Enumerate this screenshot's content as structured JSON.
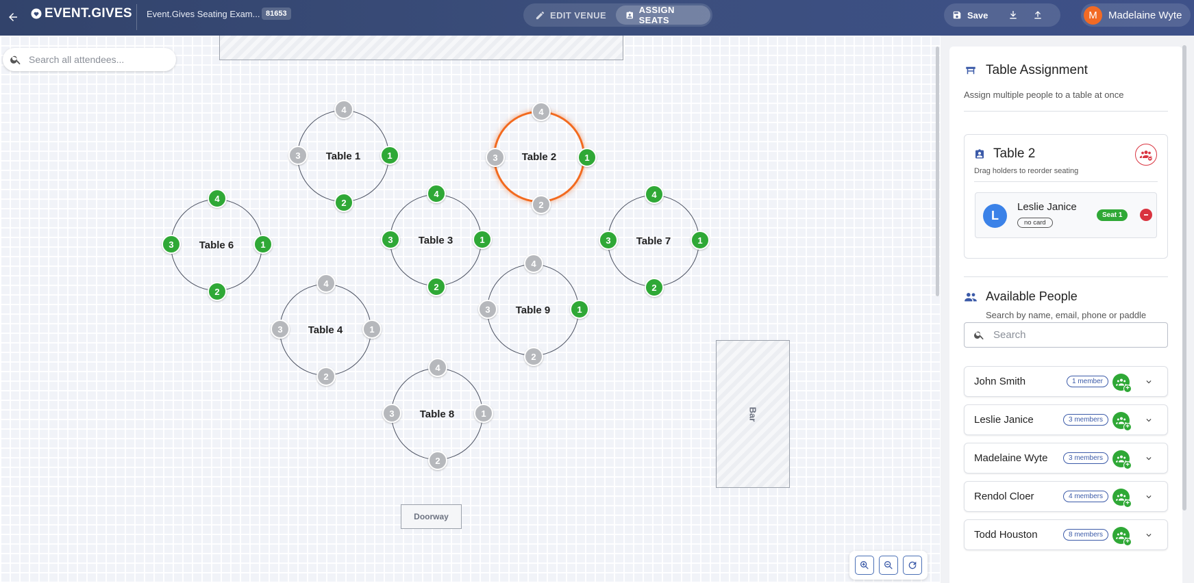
{
  "header": {
    "logo_text": "EVENT.GIVES",
    "event_title": "Event.Gives Seating Exam...",
    "event_id": "81653",
    "modes": {
      "edit_venue": "EDIT VENUE",
      "assign_seats": "ASSIGN SEATS"
    },
    "save_label": "Save",
    "user": {
      "initial": "M",
      "name": "Madelaine Wyte",
      "avatar_color": "#f26a24"
    }
  },
  "canvas": {
    "search_placeholder": "Search all attendees...",
    "bar_label": "Bar",
    "doorway_label": "Doorway",
    "tables": [
      {
        "label": "Table 1",
        "selected": false,
        "seats": [
          {
            "n": "4",
            "taken": false
          },
          {
            "n": "1",
            "taken": true
          },
          {
            "n": "2",
            "taken": true
          },
          {
            "n": "3",
            "taken": false
          }
        ]
      },
      {
        "label": "Table 2",
        "selected": true,
        "seats": [
          {
            "n": "4",
            "taken": false
          },
          {
            "n": "1",
            "taken": true
          },
          {
            "n": "2",
            "taken": false
          },
          {
            "n": "3",
            "taken": false
          }
        ]
      },
      {
        "label": "Table 6",
        "selected": false,
        "seats": [
          {
            "n": "4",
            "taken": true
          },
          {
            "n": "1",
            "taken": true
          },
          {
            "n": "2",
            "taken": true
          },
          {
            "n": "3",
            "taken": true
          }
        ]
      },
      {
        "label": "Table 3",
        "selected": false,
        "seats": [
          {
            "n": "4",
            "taken": true
          },
          {
            "n": "1",
            "taken": true
          },
          {
            "n": "2",
            "taken": true
          },
          {
            "n": "3",
            "taken": true
          }
        ]
      },
      {
        "label": "Table 7",
        "selected": false,
        "seats": [
          {
            "n": "4",
            "taken": true
          },
          {
            "n": "1",
            "taken": true
          },
          {
            "n": "2",
            "taken": true
          },
          {
            "n": "3",
            "taken": true
          }
        ]
      },
      {
        "label": "Table 9",
        "selected": false,
        "seats": [
          {
            "n": "4",
            "taken": false
          },
          {
            "n": "1",
            "taken": true
          },
          {
            "n": "2",
            "taken": false
          },
          {
            "n": "3",
            "taken": false
          }
        ]
      },
      {
        "label": "Table 4",
        "selected": false,
        "seats": [
          {
            "n": "4",
            "taken": false
          },
          {
            "n": "1",
            "taken": false
          },
          {
            "n": "2",
            "taken": false
          },
          {
            "n": "3",
            "taken": false
          }
        ]
      },
      {
        "label": "Table 8",
        "selected": false,
        "seats": [
          {
            "n": "4",
            "taken": false
          },
          {
            "n": "1",
            "taken": false
          },
          {
            "n": "2",
            "taken": false
          },
          {
            "n": "3",
            "taken": false
          }
        ]
      }
    ]
  },
  "panel": {
    "assignment_title": "Table Assignment",
    "assignment_subtitle": "Assign multiple people to a table at once",
    "selected_table": {
      "title": "Table 2",
      "subtitle": "Drag holders to reorder seating",
      "assignee": {
        "initial": "L",
        "name": "Leslie Janice",
        "card": "no card",
        "seat": "Seat 1"
      }
    },
    "available_title": "Available People",
    "available_subtitle": "Search by name, email, phone or paddle",
    "search_placeholder": "Search",
    "people": [
      {
        "name": "John Smith",
        "members": "1 member"
      },
      {
        "name": "Leslie Janice",
        "members": "3 members"
      },
      {
        "name": "Madelaine Wyte",
        "members": "3 members"
      },
      {
        "name": "Rendol Cloer",
        "members": "4 members"
      },
      {
        "name": "Todd Houston",
        "members": "8 members"
      }
    ]
  },
  "colors": {
    "seat_taken": "#2fa836",
    "seat_empty": "#b6b8bc",
    "selected_table": "#f26a1f",
    "header": "#3b4e7c"
  }
}
